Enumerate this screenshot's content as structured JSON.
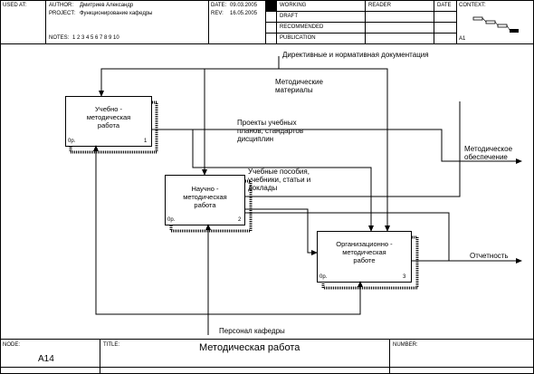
{
  "header": {
    "used_at_label": "USED AT:",
    "author_label": "AUTHOR:",
    "author_value": "Дмитриев Александр",
    "project_label": "PROJECT:",
    "project_value": "Функционирование кафедры",
    "notes_label": "NOTES:",
    "notes_value": "1 2 3 4 5 6 7 8 9 10",
    "date_label": "DATE:",
    "date_value": "09.03.2005",
    "rev_label": "REV:",
    "rev_value": "16.05.2005",
    "statuses": [
      "WORKING",
      "DRAFT",
      "RECOMMENDED",
      "PUBLICATION"
    ],
    "reader_label": "READER",
    "reader_date_label": "DATE",
    "context_label": "CONTEXT:",
    "context_node": "A1"
  },
  "boxes": [
    {
      "id": "box1",
      "lines": [
        "Учебно -",
        "методическая",
        "работа"
      ],
      "code": "0р.",
      "number": "1"
    },
    {
      "id": "box2",
      "lines": [
        "Научно -",
        "методическая",
        "работа"
      ],
      "code": "0р.",
      "number": "2"
    },
    {
      "id": "box3",
      "lines": [
        "Организационно -",
        "методическая",
        "работе"
      ],
      "code": "0р.",
      "number": "3"
    }
  ],
  "arrows": {
    "directives": "Директивные и нормативная документация",
    "method_materials": [
      "Методические",
      "материалы"
    ],
    "projects": [
      "Проекты учебных",
      "планов, стандартов",
      "дисциплин"
    ],
    "textbooks": [
      "Учебные пособия,",
      "учебники, статьи и",
      "доклады"
    ],
    "method_support": [
      "Методическое",
      "обеспечение"
    ],
    "reporting": "Отчетность",
    "staff": "Персонал кафедры"
  },
  "footer": {
    "node_label": "NODE:",
    "node_value": "A14",
    "title_label": "TITLE:",
    "title_value": "Методическая работа",
    "number_label": "NUMBER:"
  }
}
